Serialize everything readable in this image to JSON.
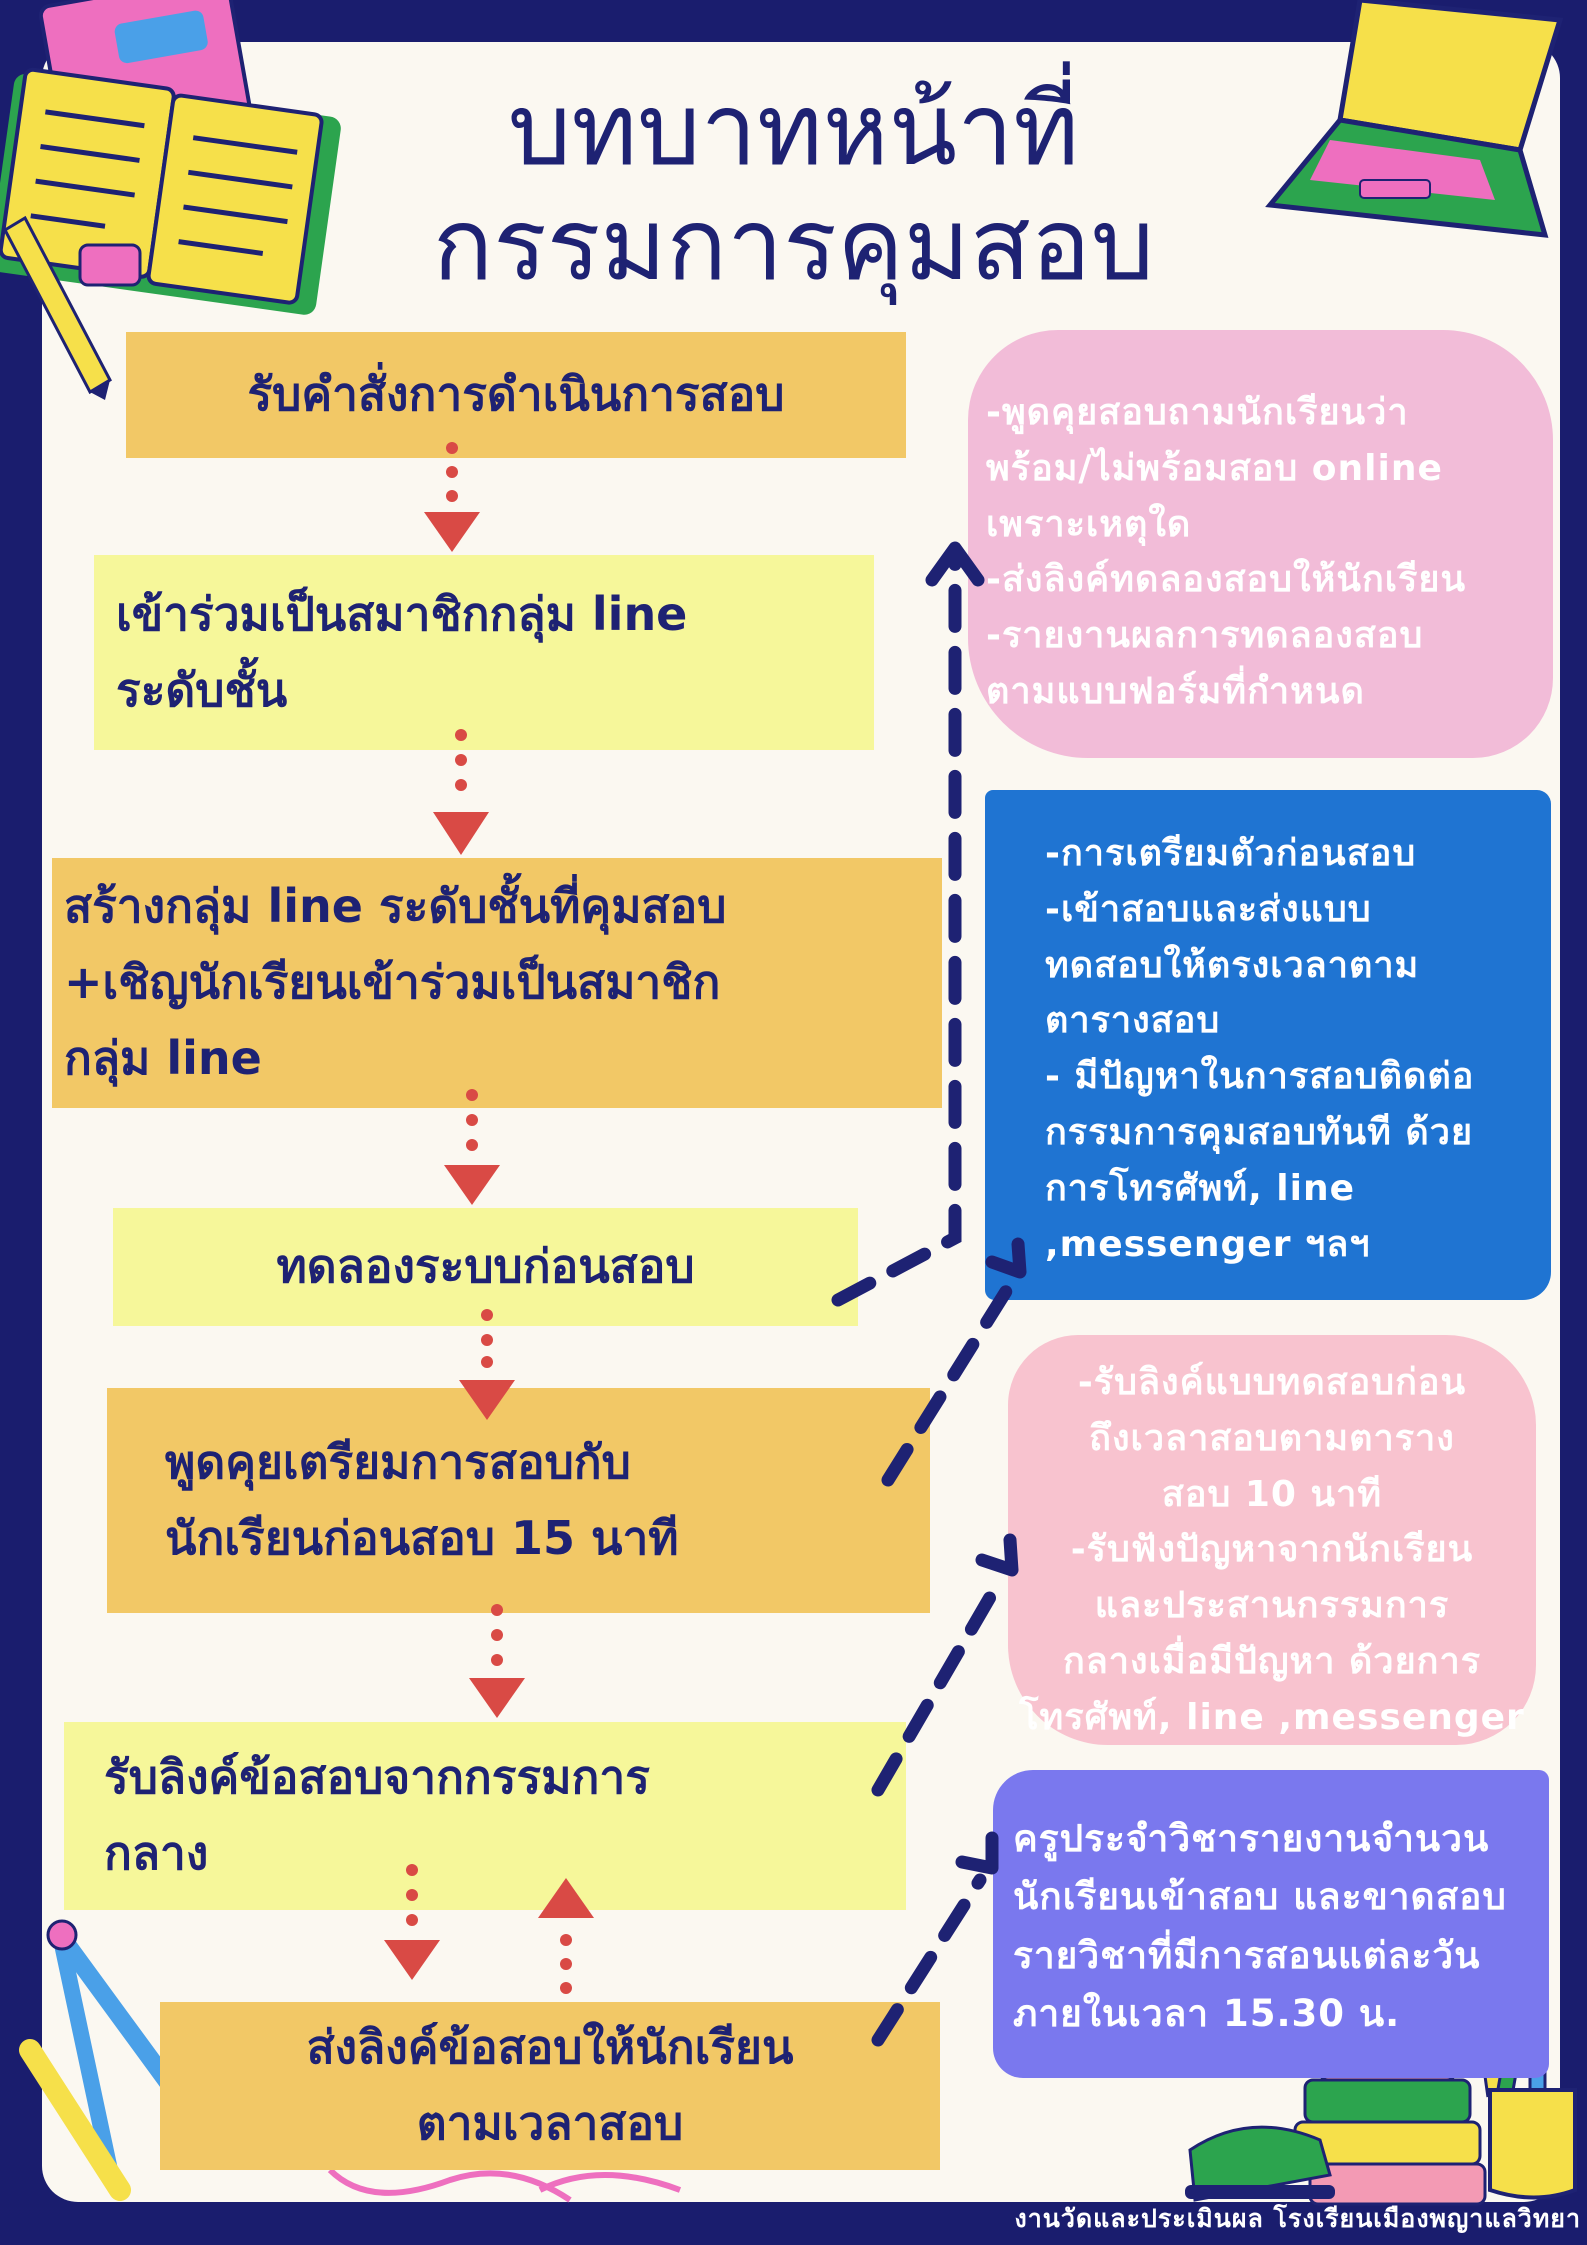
{
  "title": {
    "line1": "บทบาทหน้าที่",
    "line2": "กรรมการคุมสอบ"
  },
  "steps": [
    {
      "lines": [
        "รับคำสั่งการดำเนินการสอบ"
      ]
    },
    {
      "lines": [
        "เข้าร่วมเป็นสมาชิกกลุ่ม line",
        "ระดับชั้น"
      ]
    },
    {
      "lines": [
        "สร้างกลุ่ม line ระดับชั้นที่คุมสอบ",
        "+เชิญนักเรียนเข้าร่วมเป็นสมาชิก",
        "กลุ่ม line"
      ]
    },
    {
      "lines": [
        "ทดลองระบบก่อนสอบ"
      ]
    },
    {
      "lines": [
        "พูดคุยเตรียมการสอบกับ",
        "นักเรียนก่อนสอบ 15 นาที"
      ]
    },
    {
      "lines": [
        "รับลิงค์ข้อสอบจากกรรมการ",
        "กลาง"
      ]
    },
    {
      "lines": [
        "ส่งลิงค์ข้อสอบให้นักเรียน",
        "ตามเวลาสอบ"
      ]
    }
  ],
  "notes": [
    {
      "text": "-พูดคุยสอบถามนักเรียนว่า\nพร้อม/ไม่พร้อมสอบ online\nเพราะเหตุใด\n-ส่งลิงค์ทดลองสอบให้นักเรียน\n-รายงานผลการทดลองสอบ\nตามแบบฟอร์มที่กำหนด"
    },
    {
      "text": "-การเตรียมตัวก่อนสอบ\n-เข้าสอบและส่งแบบ\nทดสอบให้ตรงเวลาตาม\nตารางสอบ\n- มีปัญหาในการสอบติดต่อ\nกรรมการคุมสอบทันที ด้วย\nการโทรศัพท์, line\n,messenger ฯลฯ"
    },
    {
      "text": "-รับลิงค์แบบทดสอบก่อน\nถึงเวลาสอบตามตาราง\nสอบ 10 นาที\n-รับฟังปัญหาจากนักเรียน\nและประสานกรรมการ\nกลางเมื่อมีปัญหา ด้วยการ\nโทรศัพท์, line ,messenger"
    },
    {
      "text": "ครูประจำวิชารายงานจำนวน\nนักเรียนเข้าสอบ และขาดสอบ\nรายวิชาที่มีการสอนแต่ละวัน\nภายในเวลา 15.30 น."
    }
  ],
  "footer": "งานวัดและประเมินผล โรงเรียนเมืองพญาแลวิทยา",
  "colors": {
    "background": "#1a1d6e",
    "panel": "#fbf8f1",
    "title": "#1e2273",
    "gold_box": "#f2c866",
    "lemon_box": "#f6f79a",
    "arrow_red": "#d94a45",
    "pink_note": "#f2bcd8",
    "blue_note": "#1f74d2",
    "rose_note": "#f8c3cf",
    "violet_note": "#7a78ee"
  },
  "decorations": [
    "notebook-icon",
    "laptop-icon",
    "pencil-icon",
    "compass-icon",
    "stacked-books-icon",
    "stapler-icon",
    "pen-cup-icon"
  ]
}
